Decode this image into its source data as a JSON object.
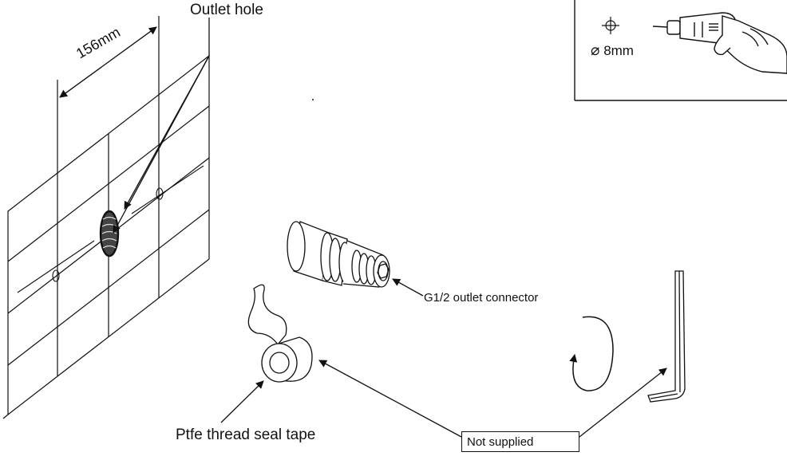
{
  "labels": {
    "outlet_hole": "Outlet hole",
    "dimension": "156mm",
    "connector": "G1/2 outlet connector",
    "tape": "Ptfe thread seal tape",
    "not_supplied": "Not supplied",
    "drill_symbol": "⌀",
    "drill_size": "8mm"
  },
  "colors": {
    "line": "#111111",
    "background": "#ffffff"
  },
  "icons": [
    "crosshair-icon",
    "drill-hand-icon",
    "allen-key-icon",
    "rotation-arrow-icon"
  ]
}
